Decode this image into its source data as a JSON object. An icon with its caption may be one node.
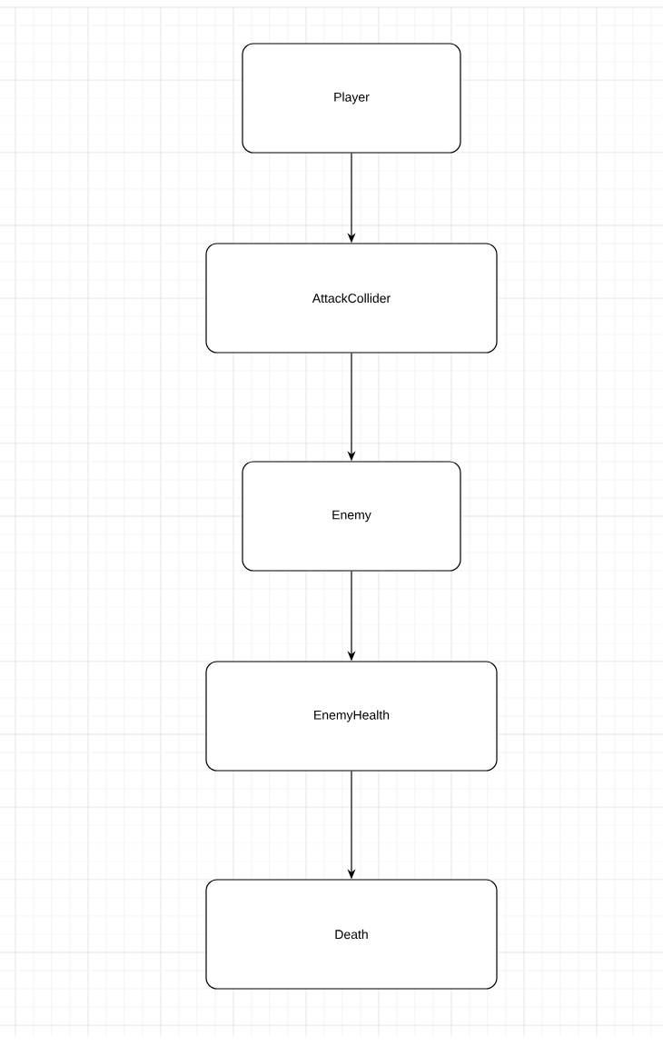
{
  "diagram": {
    "nodes": [
      {
        "text": [
          "Player"
        ]
      },
      {
        "text": [
          "AttackCollider"
        ]
      },
      {
        "text": [
          "Enemy"
        ]
      },
      {
        "text": [
          "EnemyHealth"
        ]
      },
      {
        "text": [
          "Death"
        ]
      }
    ],
    "edges": [
      {
        "from": 0,
        "to": 1,
        "arrow": "to"
      },
      {
        "from": 1,
        "to": 2,
        "arrow": "to"
      },
      {
        "from": 2,
        "to": 3,
        "arrow": "to"
      },
      {
        "from": 3,
        "to": 4,
        "arrow": "to"
      }
    ]
  }
}
